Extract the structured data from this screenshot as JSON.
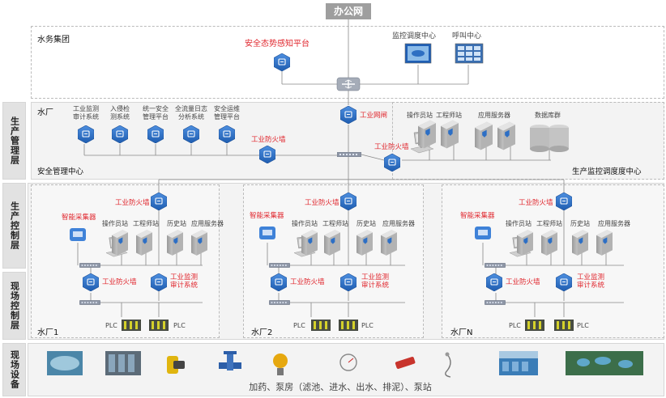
{
  "top": {
    "office_net": "办公网"
  },
  "group": {
    "title": "水务集团",
    "situation_platform": "安全态势感知平台",
    "monitor_center": "监控调度中心",
    "call_center": "呼叫中心"
  },
  "layers": {
    "production_mgmt": "生产管理层",
    "production_ctrl": "生产控制层",
    "field_ctrl": "现场控制层",
    "field_device": "现场设备"
  },
  "plant": {
    "title": "水厂",
    "security_center": "安全管理中心",
    "dispatch_center": "生产监控调度度中心",
    "systems": [
      [
        "工业监测",
        "审计系统"
      ],
      [
        "入侵检",
        "测系统"
      ],
      [
        "统一安全",
        "管理平台"
      ],
      [
        "全流量日志",
        "分析系统"
      ],
      [
        "安全运维",
        "管理平台"
      ]
    ],
    "firewall_mgmt": "工业防火墙",
    "gateway": "工业网闸",
    "firewall_right": "工业防火墙",
    "stations": [
      "操作员站",
      "工程师站",
      "应用服务器",
      "数据库群"
    ]
  },
  "subplant": {
    "firewall": "工业防火墙",
    "collector": "智能采集器",
    "stations": [
      "操作员站",
      "工程师站",
      "历史站",
      "应用服务器"
    ],
    "field_firewall": "工业防火墙",
    "audit": [
      "工业监测",
      "审计系统"
    ],
    "plc": "PLC",
    "names": [
      "水厂1",
      "水厂2",
      "水厂N"
    ]
  },
  "devices": {
    "caption": "加药、泵房（滤池、进水、出水、排泥）、泵站",
    "icons": [
      "pool-photo",
      "filter-photo",
      "pump-icon",
      "valve-icon",
      "sensor-icon",
      "gauge-icon",
      "flowmeter-icon",
      "probe-icon",
      "tank-photo",
      "plant-photo"
    ]
  },
  "colors": {
    "accent_blue": "#2d6fc5",
    "alert_red": "#e0262d",
    "band_gray": "#f3f3f3"
  }
}
